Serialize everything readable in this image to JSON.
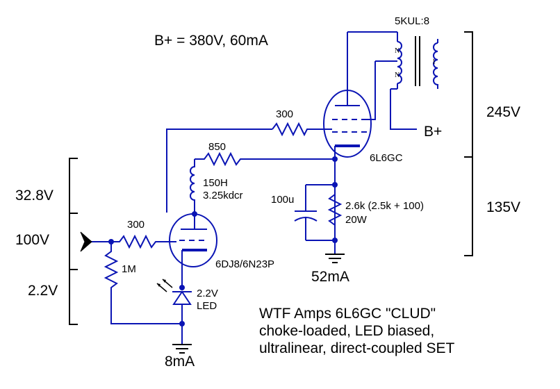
{
  "supply": {
    "bplus": "B+ = 380V, 60mA",
    "bplus_node": "B+"
  },
  "output_transformer": {
    "model": "5KUL:8",
    "primary_mark": "N",
    "secondary_mark": "1"
  },
  "power_tube": {
    "name": "6L6GC",
    "grid_stopper": "300",
    "coupling": "850",
    "cathode_cap": "100u",
    "cathode_resistor": "2.6k (2.5k + 100)",
    "cathode_resistor_power": "20W",
    "current": "52mA"
  },
  "driver": {
    "name": "6DJ8/6N23P",
    "choke": "150H",
    "choke_dcr": "3.25kdcr",
    "grid_stopper": "300",
    "grid_leak": "1M",
    "bias_led_v": "2.2V",
    "bias_led": "LED",
    "current": "8mA"
  },
  "voltages": {
    "v245": "245V",
    "v135": "135V",
    "v32_8": "32.8V",
    "v100": "100V",
    "v2_2": "2.2V"
  },
  "caption": {
    "line1": "WTF Amps 6L6GC \"CLUD\"",
    "line2": "choke-loaded, LED biased,",
    "line3": "ultralinear, direct-coupled SET"
  }
}
